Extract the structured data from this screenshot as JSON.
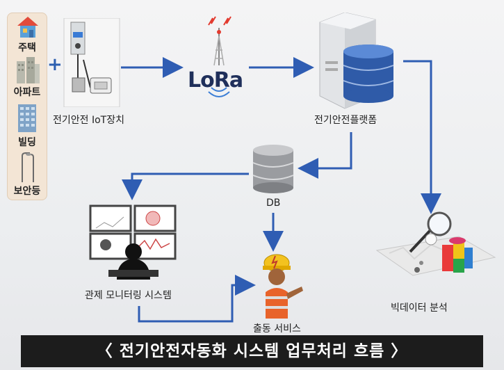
{
  "sidebar": {
    "items": [
      {
        "label": "주택"
      },
      {
        "label": "아파트"
      },
      {
        "label": "빌딩"
      },
      {
        "label": "보안등"
      }
    ]
  },
  "nodes": {
    "iot_device": "전기안전 IoT장치",
    "lora": "LoRa",
    "platform": "전기안전플랫폼",
    "db": "DB",
    "monitoring": "관제 모니터링 시스템",
    "dispatch": "출동 서비스",
    "bigdata": "빅데이터 분석"
  },
  "plus_symbol": "+",
  "banner": {
    "title": "〈 전기안전자동화 시스템 업무처리 흐름 〉"
  },
  "colors": {
    "arrow": "#2f5db3",
    "sidebar_bg": "#f3e5d5",
    "banner_bg": "#1c1c1c"
  }
}
